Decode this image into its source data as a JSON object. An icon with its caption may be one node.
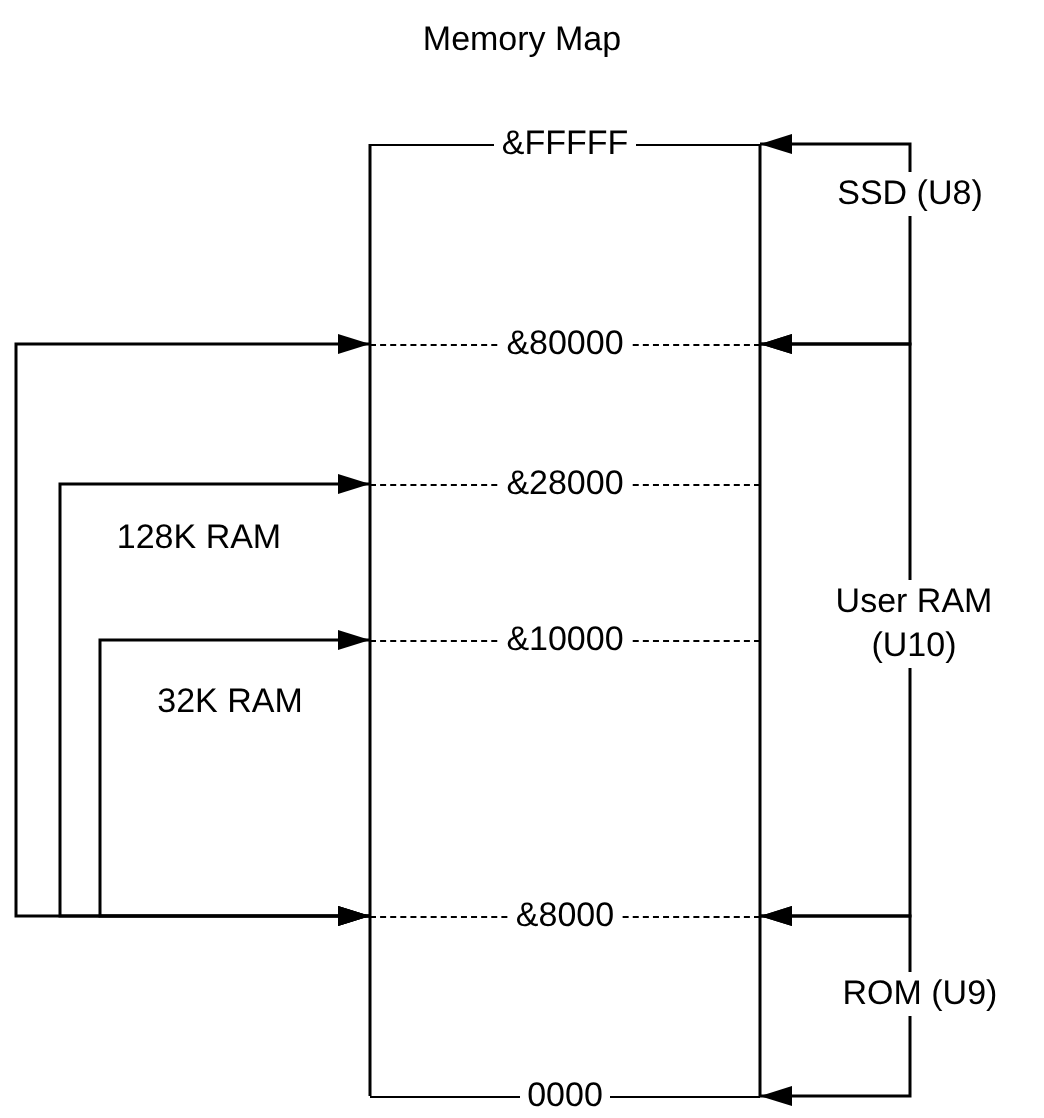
{
  "diagram": {
    "title": "Memory Map",
    "nodes": [
      {
        "text": [
          "&FFFFF"
        ]
      },
      {
        "text": [
          "&80000"
        ]
      },
      {
        "text": [
          "&28000"
        ]
      },
      {
        "text": [
          "&10000"
        ]
      },
      {
        "text": [
          "&8000"
        ]
      },
      {
        "text": [
          "0000"
        ]
      }
    ],
    "edges": [
      {
        "from": 4,
        "to": 1,
        "arrow": "both"
      },
      {
        "from": 4,
        "to": 2,
        "arrow": "both",
        "label": "128K RAM"
      },
      {
        "from": 4,
        "to": 3,
        "arrow": "both",
        "label": "32K RAM"
      },
      {
        "from": 0,
        "to": 1,
        "arrow": "both",
        "label": "SSD (U8)"
      },
      {
        "from": 1,
        "to": 4,
        "arrow": "both",
        "label": "User RAM (U10)"
      },
      {
        "from": 4,
        "to": 5,
        "arrow": "both",
        "label": "ROM (U9)"
      }
    ]
  }
}
